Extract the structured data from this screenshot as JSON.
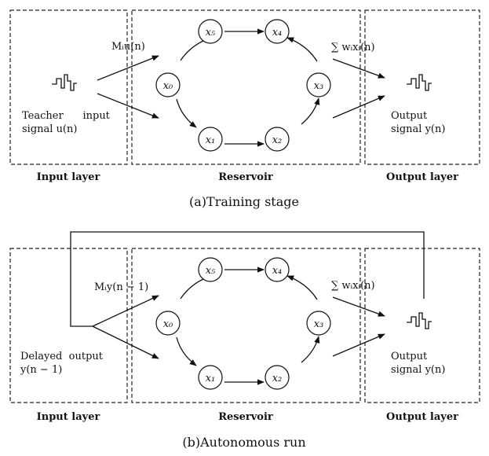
{
  "panels": [
    {
      "id": "training",
      "caption": "(a)Training stage",
      "input_label_line1": "Teacher      input",
      "input_label_line2": "signal u(n)",
      "input_weight_label": "Mᵢu(n)",
      "output_weight_label": "∑ wᵢxᵢ(n)",
      "output_label_line1": "Output",
      "output_label_line2": "signal y(n)",
      "layer_input": "Input layer",
      "layer_reservoir": "Reservoir",
      "layer_output": "Output layer"
    },
    {
      "id": "autonomous",
      "caption": "(b)Autonomous run",
      "input_label_line1": "Delayed  output",
      "input_label_line2": "y(n − 1)",
      "input_weight_label": "Mᵢy(n − 1)",
      "output_weight_label": "∑ wᵢxᵢ(n)",
      "output_label_line1": "Output",
      "output_label_line2": "signal y(n)",
      "layer_input": "Input layer",
      "layer_reservoir": "Reservoir",
      "layer_output": "Output layer"
    }
  ],
  "nodes": [
    "x₀",
    "x₁",
    "x₂",
    "x₃",
    "x₄",
    "x₅"
  ]
}
